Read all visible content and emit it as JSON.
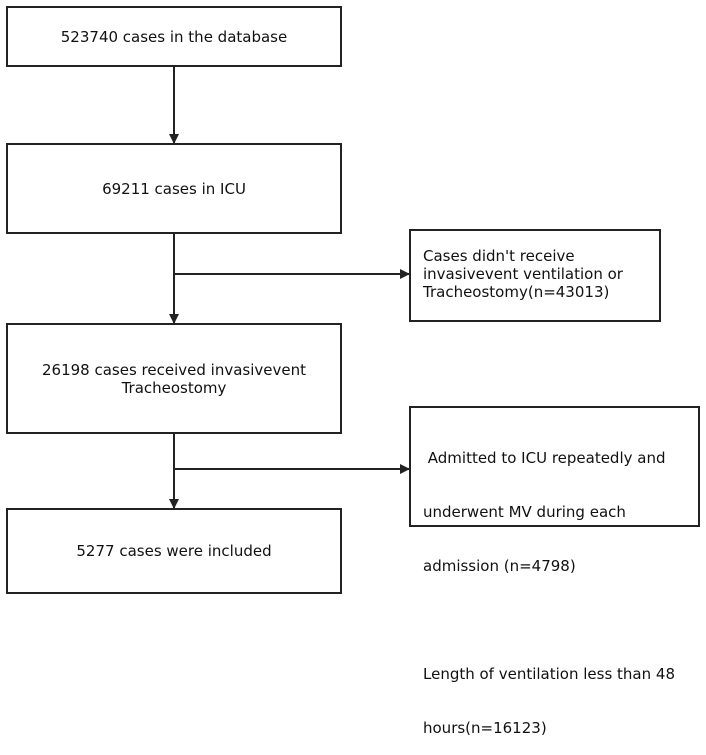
{
  "flow": {
    "box1": {
      "text": "523740 cases in the database"
    },
    "box2": {
      "text": "69211 cases in ICU"
    },
    "box3": {
      "lines": [
        "26198 cases received invasivevent",
        "Tracheostomy"
      ]
    },
    "box4": {
      "text": "5277 cases were included"
    }
  },
  "exclusions": {
    "excl1": {
      "lines": [
        "Cases didn't receive",
        "invasivevent ventilation or",
        "Tracheostomy(n=43013)"
      ]
    },
    "excl2": {
      "paragraph1": [
        " Admitted to ICU repeatedly and",
        "underwent MV during each",
        "admission (n=4798)"
      ],
      "paragraph2": [
        "Length of ventilation less than 48",
        "hours(n=16123)"
      ]
    }
  },
  "colors": {
    "stroke": "#222222",
    "text": "#111111",
    "background": "#ffffff"
  }
}
